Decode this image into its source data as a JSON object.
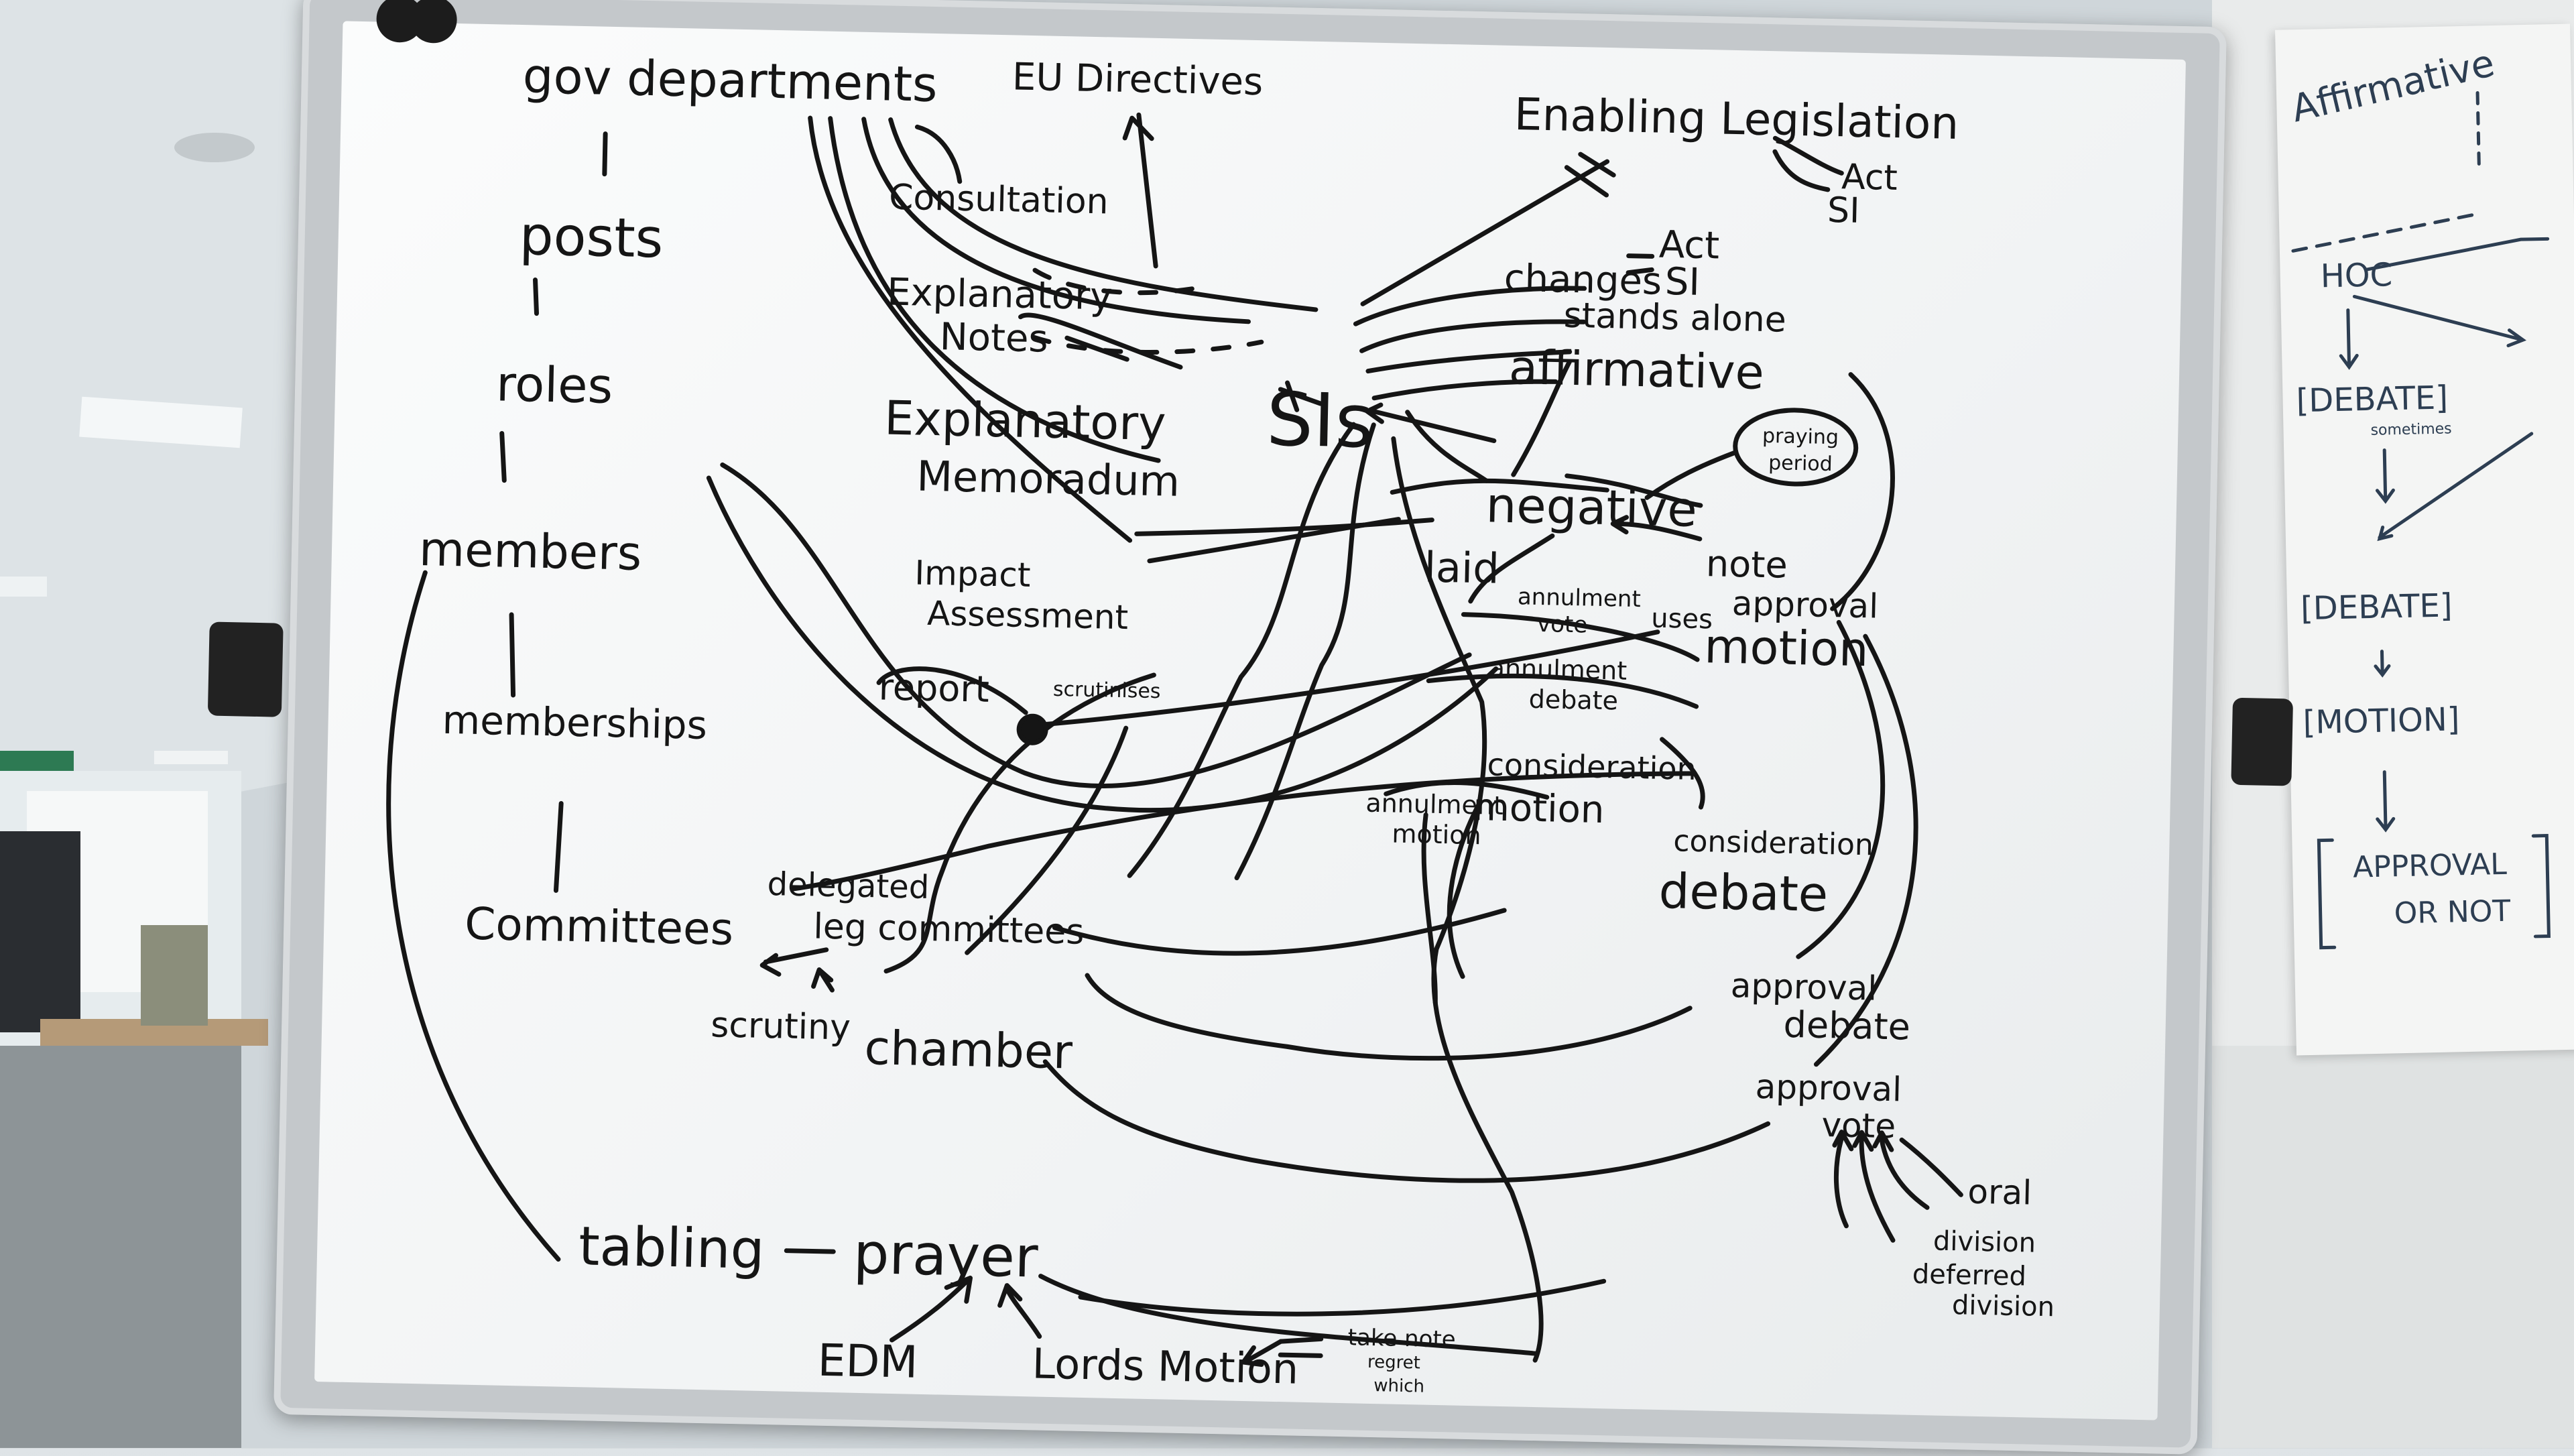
{
  "whiteboard": {
    "core": {
      "sis": "SIs",
      "gov_departments": "gov departments",
      "eu_directives": "EU Directives",
      "enabling_legislation": "Enabling Legislation",
      "enabling_act": "Act",
      "enabling_si": "SI",
      "consultation": "Consultation",
      "explanatory_notes_1": "Explanatory",
      "explanatory_notes_2": "Notes",
      "explanatory_memorandum_1": "Explanatory",
      "explanatory_memorandum_2": "Memoradum",
      "impact_assessment_1": "Impact",
      "impact_assessment_2": "Assessment"
    },
    "people": {
      "posts": "posts",
      "roles": "roles",
      "members": "members",
      "memberships": "memberships",
      "committees": "Committees",
      "delegated_1": "delegated",
      "delegated_2": "leg committees",
      "scrutiny": "scrutiny",
      "chamber": "chamber",
      "report": "report",
      "scrutinises": "scrutinises"
    },
    "procedure": {
      "changes": "changes",
      "changes_act": "Act",
      "changes_si": "SI",
      "stands_alone": "stands alone",
      "affirmative": "affirmative",
      "negative": "negative",
      "praying_1": "praying",
      "praying_2": "period",
      "laid": "laid",
      "note": "note",
      "annulment_vote_1": "annulment",
      "annulment_vote_2": "vote",
      "uses": "uses",
      "approval_motion_1": "approval",
      "approval_motion_2": "motion",
      "annulment_debate_1": "annulment",
      "annulment_debate_2": "debate",
      "consideration_motion_1": "consideration",
      "consideration_motion_2": "motion",
      "annulment_motion_1": "annulment",
      "annulment_motion_2": "motion",
      "consideration_debate_1": "consideration",
      "consideration_debate_2": "debate",
      "approval_debate_1": "approval",
      "approval_debate_2": "debate",
      "approval_vote_1": "approval",
      "approval_vote_2": "vote",
      "oral": "oral",
      "division": "division",
      "deferred_1": "deferred",
      "deferred_2": "division",
      "tabling": "tabling",
      "prayer": "prayer",
      "edm": "EDM",
      "lords_motion": "Lords Motion",
      "take_note_1": "take note",
      "take_note_2": "regret",
      "take_note_3": "which"
    }
  },
  "flipchart": {
    "title": "Affirmative",
    "hoc": "HOC",
    "debate_1": "[DEBATE]",
    "sometimes": "sometimes",
    "debate_2": "[DEBATE]",
    "motion": "[MOTION]",
    "approval_1": "APPROVAL",
    "approval_2": "OR NOT"
  },
  "colors": {
    "marker": "#151515",
    "flipchart_marker": "#2d3e52",
    "frame": "#c4c8cb"
  }
}
